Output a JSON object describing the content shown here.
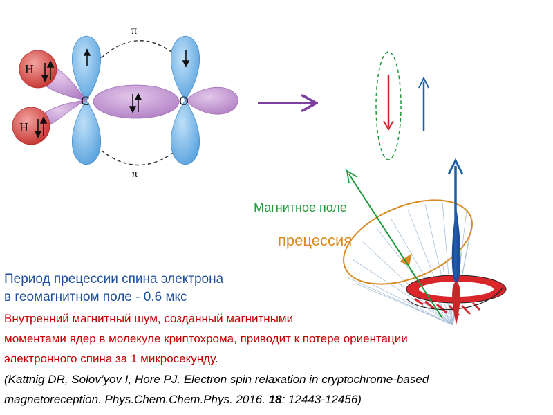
{
  "molecule": {
    "atoms": {
      "h_top": "H",
      "h_bottom": "H",
      "carbon": "C",
      "oxygen": "O"
    },
    "bonds": {
      "pi_top": "π",
      "pi_bottom": "π"
    }
  },
  "labels": {
    "magnetic_field": "Магнитное поле",
    "precession": "прецессия"
  },
  "text": {
    "period_line1": "Период прецессии спина электрона",
    "period_line2": "в геомагнитном поле - 0.6 мкс",
    "noise_line1": "Внутренний магнитный шум, созданный магнитными",
    "noise_line2": "моментами ядер в молекуле криптохрома, приводит к потере ориентации",
    "noise_line3": "электронного спина за 1 микросекунду",
    "noise_line3_end": "."
  },
  "reference": {
    "line1": "(Kattnig DR, Solov’yov I, Hore PJ. Electron spin relaxation in cryptochrome-based",
    "line2_prefix": "magnetoreception. Phys.Chem.Chem.Phys. 2016. ",
    "line2_volume": "18",
    "line2_suffix": ": 12443-12456)"
  },
  "colors": {
    "blue_lobe": "#7ab8e8",
    "purple_lobe": "#c79bd4",
    "red_atom": "#d9534f",
    "arrow_purple": "#7b3f9e",
    "arrow_red": "#c8272a",
    "arrow_blue": "#1f5fa6",
    "field_green": "#1e9a3a",
    "precession_orange": "#d98a22",
    "text_blue": "#1f4e9c",
    "text_red": "#c00000"
  }
}
